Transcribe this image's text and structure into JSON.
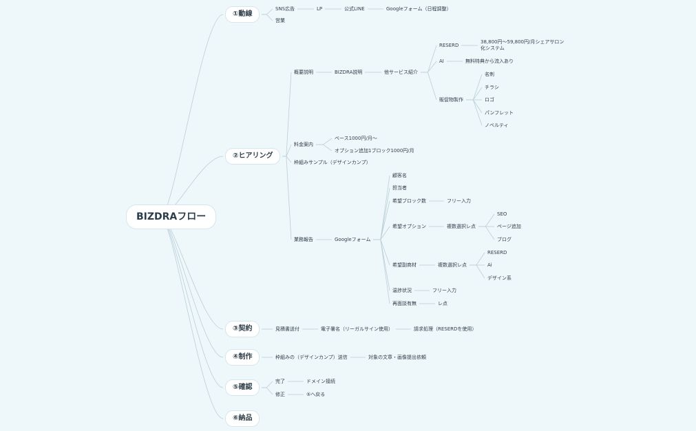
{
  "nodes": [
    {
      "id": "root",
      "label": "BIZDRAフロー",
      "kind": "root"
    },
    {
      "id": "b1",
      "label": "①動線",
      "kind": "pill",
      "parent": "root"
    },
    {
      "id": "sns",
      "label": "SNS広告",
      "parent": "b1"
    },
    {
      "id": "lp",
      "label": "LP",
      "parent": "sns"
    },
    {
      "id": "line",
      "label": "公式LINE",
      "parent": "lp"
    },
    {
      "id": "gform1",
      "label": "Googleフォーム（日程調整）",
      "parent": "line"
    },
    {
      "id": "eigyo",
      "label": "営業",
      "parent": "b1"
    },
    {
      "id": "b2",
      "label": "②ヒアリング",
      "kind": "pill",
      "parent": "root"
    },
    {
      "id": "gaiyo",
      "label": "概要説明",
      "parent": "b2"
    },
    {
      "id": "bizdra",
      "label": "BIZDRA説明",
      "parent": "gaiyo"
    },
    {
      "id": "tasvc",
      "label": "他サービス紹介",
      "parent": "bizdra"
    },
    {
      "id": "reserd1",
      "label": "RESERD",
      "parent": "tasvc"
    },
    {
      "id": "price1",
      "label": "38,800円〜59,800円/月シェアサロン化システム",
      "parent": "reserd1",
      "kind": "wrap"
    },
    {
      "id": "ai1",
      "label": "AI",
      "parent": "tasvc"
    },
    {
      "id": "muryo",
      "label": "無料特典から流入あり",
      "parent": "ai1"
    },
    {
      "id": "hansoku",
      "label": "販促物製作",
      "parent": "tasvc"
    },
    {
      "id": "meishi",
      "label": "名刺",
      "parent": "hansoku"
    },
    {
      "id": "chirashi",
      "label": "チラシ",
      "parent": "hansoku"
    },
    {
      "id": "logo",
      "label": "ロゴ",
      "parent": "hansoku"
    },
    {
      "id": "pamph",
      "label": "パンフレット",
      "parent": "hansoku"
    },
    {
      "id": "novelty",
      "label": "ノベルティ",
      "parent": "hansoku"
    },
    {
      "id": "ryokin",
      "label": "料金案内",
      "parent": "b2"
    },
    {
      "id": "base",
      "label": "ベース1000円/月〜",
      "parent": "ryokin"
    },
    {
      "id": "option",
      "label": "オプション追加1ブロック1000円/月",
      "parent": "ryokin"
    },
    {
      "id": "sample",
      "label": "枠組みサンプル（デザインカンプ）",
      "parent": "b2"
    },
    {
      "id": "gyomu",
      "label": "業務報告",
      "parent": "b2"
    },
    {
      "id": "gform2",
      "label": "Googleフォーム",
      "parent": "gyomu"
    },
    {
      "id": "kokyaku",
      "label": "顧客名",
      "parent": "gform2"
    },
    {
      "id": "tanto",
      "label": "担当者",
      "parent": "gform2"
    },
    {
      "id": "kibou_block",
      "label": "希望ブロック数",
      "parent": "gform2"
    },
    {
      "id": "free1",
      "label": "フリー入力",
      "parent": "kibou_block"
    },
    {
      "id": "kibou_opt",
      "label": "希望オプション",
      "parent": "gform2"
    },
    {
      "id": "fukusu1",
      "label": "複数選択レ点",
      "parent": "kibou_opt"
    },
    {
      "id": "seo",
      "label": "SEO",
      "parent": "fukusu1"
    },
    {
      "id": "page",
      "label": "ページ追加",
      "parent": "fukusu1"
    },
    {
      "id": "blog",
      "label": "ブログ",
      "parent": "fukusu1"
    },
    {
      "id": "kibou_fuku",
      "label": "希望副商材",
      "parent": "gform2"
    },
    {
      "id": "fukusu2",
      "label": "複数選択レ点",
      "parent": "kibou_fuku"
    },
    {
      "id": "reserd2",
      "label": "RESERD",
      "parent": "fukusu2"
    },
    {
      "id": "ai2",
      "label": "Ai",
      "parent": "fukusu2"
    },
    {
      "id": "design",
      "label": "デザイン系",
      "parent": "fukusu2"
    },
    {
      "id": "shosho",
      "label": "温捗状況",
      "parent": "gform2"
    },
    {
      "id": "free2",
      "label": "フリー入力",
      "parent": "shosho"
    },
    {
      "id": "saimen",
      "label": "再面談有無",
      "parent": "gform2"
    },
    {
      "id": "reten",
      "label": "レ点",
      "parent": "saimen"
    },
    {
      "id": "b3",
      "label": "③契約",
      "kind": "pill",
      "parent": "root"
    },
    {
      "id": "mitsumori",
      "label": "見積書送付",
      "parent": "b3"
    },
    {
      "id": "denshi",
      "label": "電子署名（リーガルサイン使用）",
      "parent": "mitsumori"
    },
    {
      "id": "seikyu",
      "label": "請求処理（RESERDを使用）",
      "parent": "denshi"
    },
    {
      "id": "b4",
      "label": "④制作",
      "kind": "pill",
      "parent": "root"
    },
    {
      "id": "wakugumi",
      "label": "枠組みの（デザインカンプ）送信",
      "parent": "b4"
    },
    {
      "id": "taisho",
      "label": "対象の文章・画像提出依頼",
      "parent": "wakugumi"
    },
    {
      "id": "b5",
      "label": "⑤確認",
      "kind": "pill",
      "parent": "root"
    },
    {
      "id": "kanryo",
      "label": "完了",
      "parent": "b5"
    },
    {
      "id": "domain",
      "label": "ドメイン接続",
      "parent": "kanryo"
    },
    {
      "id": "shusei",
      "label": "修正",
      "parent": "b5"
    },
    {
      "id": "modoru",
      "label": "⑤へ戻る",
      "parent": "shusei"
    },
    {
      "id": "b6",
      "label": "⑥納品",
      "kind": "pill",
      "parent": "root"
    }
  ],
  "colors": {
    "background": "#eef7fa",
    "line": "#b9cfd8",
    "node": "#ffffff",
    "text": "#2f3e4a"
  }
}
